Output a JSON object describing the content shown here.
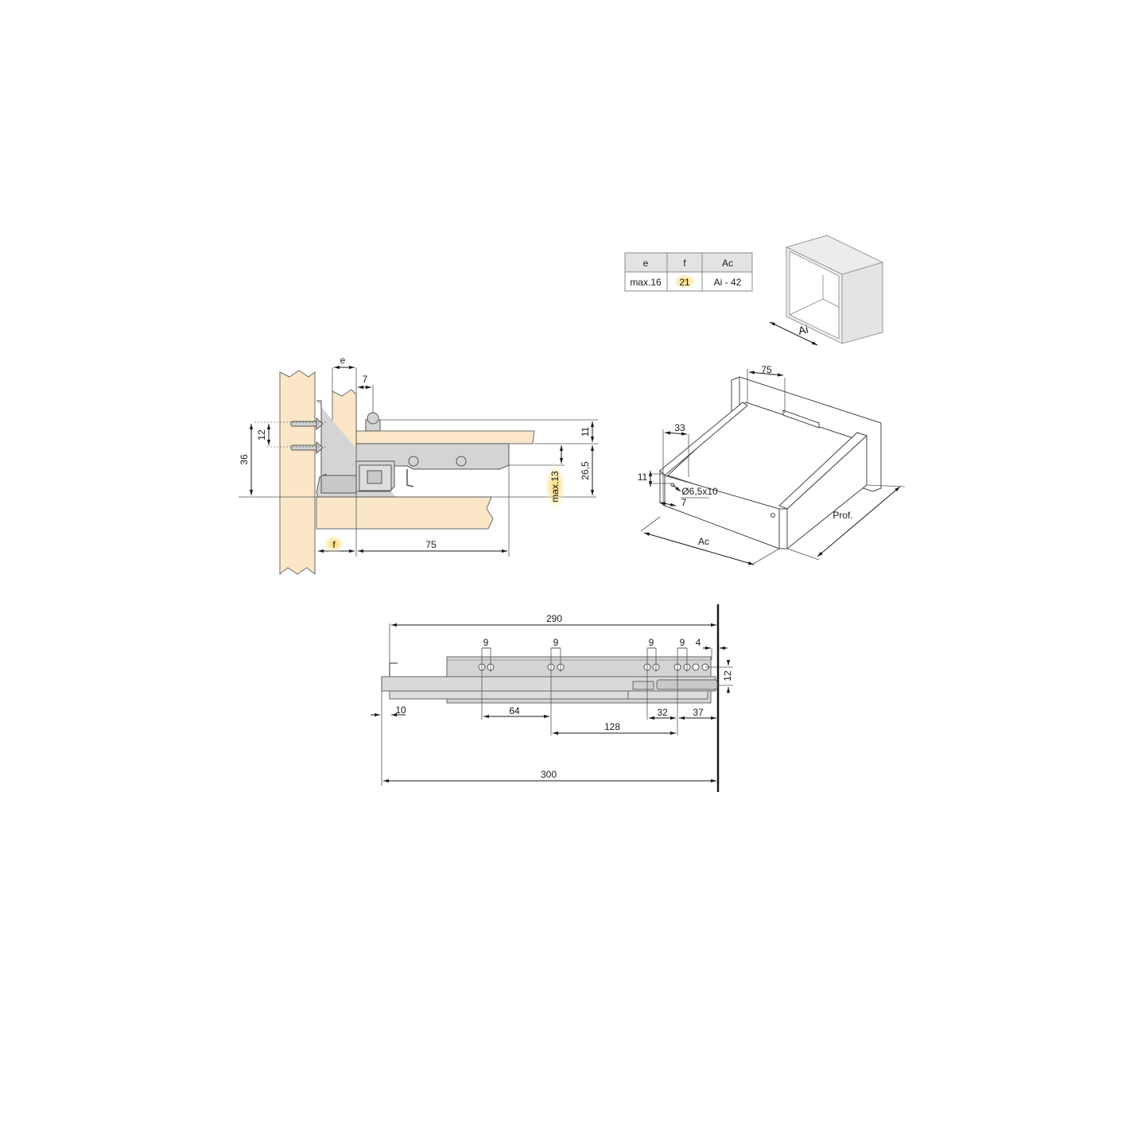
{
  "colors": {
    "wood": "#fbe7c8",
    "wood_stroke": "#6b6b6b",
    "metal": "#d4d4d4",
    "metal_dark": "#bdbdbd",
    "line": "#333333",
    "highlight": "#f6d25a",
    "table_header": "#e3e3e3"
  },
  "spec_table": {
    "headers": [
      "e",
      "f",
      "Ac"
    ],
    "row": [
      "max.16",
      "21",
      "Ai - 42"
    ],
    "highlighted_column": "f"
  },
  "cabinet_icon": {
    "label": "Ai"
  },
  "section_view": {
    "labels": {
      "e": "e",
      "seven": "7",
      "twelve": "12",
      "thirtysix": "36",
      "eleven": "11",
      "twentysix5": "26,5",
      "max13": "max.13",
      "f": "f",
      "seventyfive": "75"
    }
  },
  "drawer_iso": {
    "labels": {
      "seventyfive": "75",
      "thirtythree": "33",
      "eleven": "11",
      "hole": "Ø6,5x10",
      "seven": "7",
      "ac": "Ac",
      "prof": "Prof."
    }
  },
  "runner_view": {
    "labels": {
      "d290": "290",
      "d9a": "9",
      "d9b": "9",
      "d9c": "9",
      "d9d": "9",
      "d4": "4",
      "d12": "12",
      "d10": "10",
      "d64": "64",
      "d32": "32",
      "d37": "37",
      "d128": "128",
      "d300": "300"
    }
  }
}
